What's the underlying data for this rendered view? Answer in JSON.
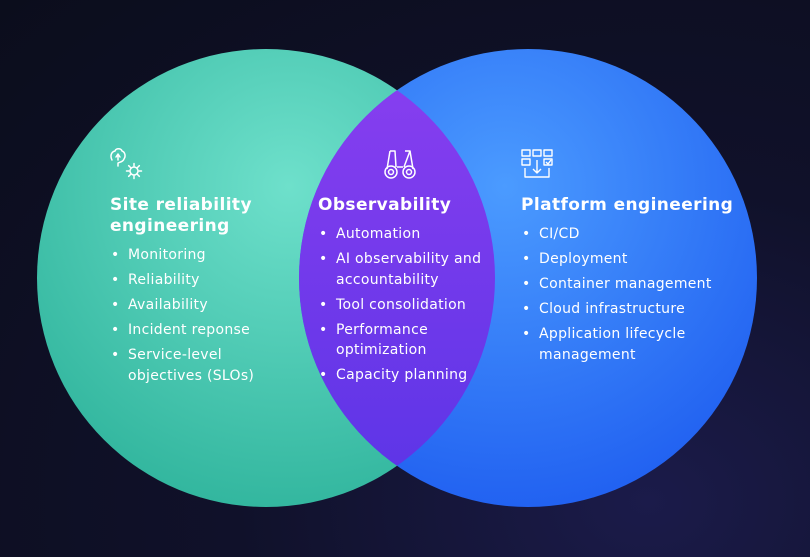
{
  "colors": {
    "background": "#0b0d1c",
    "left_circle": "#3dc9b0",
    "right_circle": "#2f7cf5",
    "intersection": "#6a3cf0",
    "text": "#ffffff"
  },
  "left": {
    "icon": "gears-icon",
    "title": "Site reliability engineering",
    "items": [
      "Monitoring",
      "Reliability",
      "Availability",
      "Incident reponse",
      "Service-level objectives (SLOs)"
    ]
  },
  "center": {
    "icon": "binoculars-icon",
    "title": "Observability",
    "items": [
      "Automation",
      "AI observability and accountability",
      "Tool consolidation",
      "Performance optimization",
      "Capacity planning"
    ]
  },
  "right": {
    "icon": "pipeline-icon",
    "title": "Platform engineering",
    "items": [
      "CI/CD",
      "Deployment",
      "Container management",
      "Cloud infrastructure",
      "Application lifecycle management"
    ]
  }
}
